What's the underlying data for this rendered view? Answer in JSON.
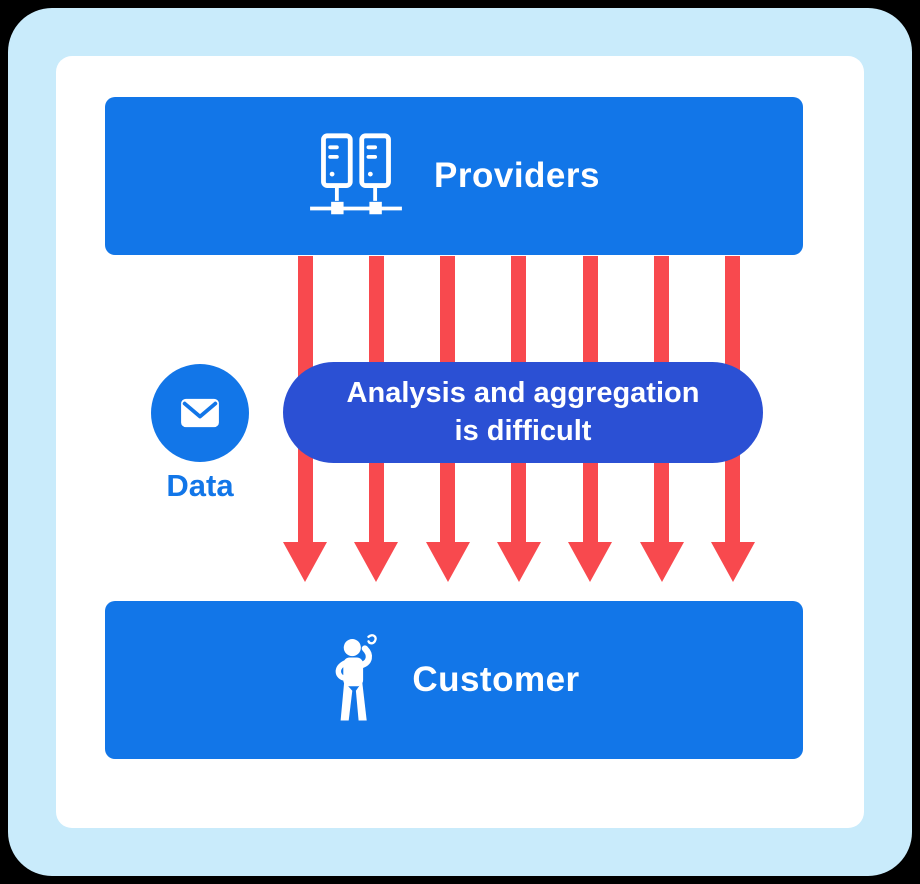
{
  "colors": {
    "page-bg": "#000000",
    "frame": "#c9ebfb",
    "panel": "#ffffff",
    "primary-blue": "#1276e8",
    "callout-blue": "#2b50d4",
    "arrow-red": "#f8494e",
    "text-on-blue": "#ffffff"
  },
  "diagram": {
    "providers": {
      "label": "Providers",
      "icon": "server-rack-icon"
    },
    "customer": {
      "label": "Customer",
      "icon": "confused-person-icon"
    },
    "data_badge": {
      "label": "Data",
      "icon": "envelope-icon"
    },
    "callout": {
      "line1": "Analysis and aggregation",
      "line2": "is difficult"
    },
    "arrows": {
      "count": 7,
      "direction": "down"
    }
  }
}
